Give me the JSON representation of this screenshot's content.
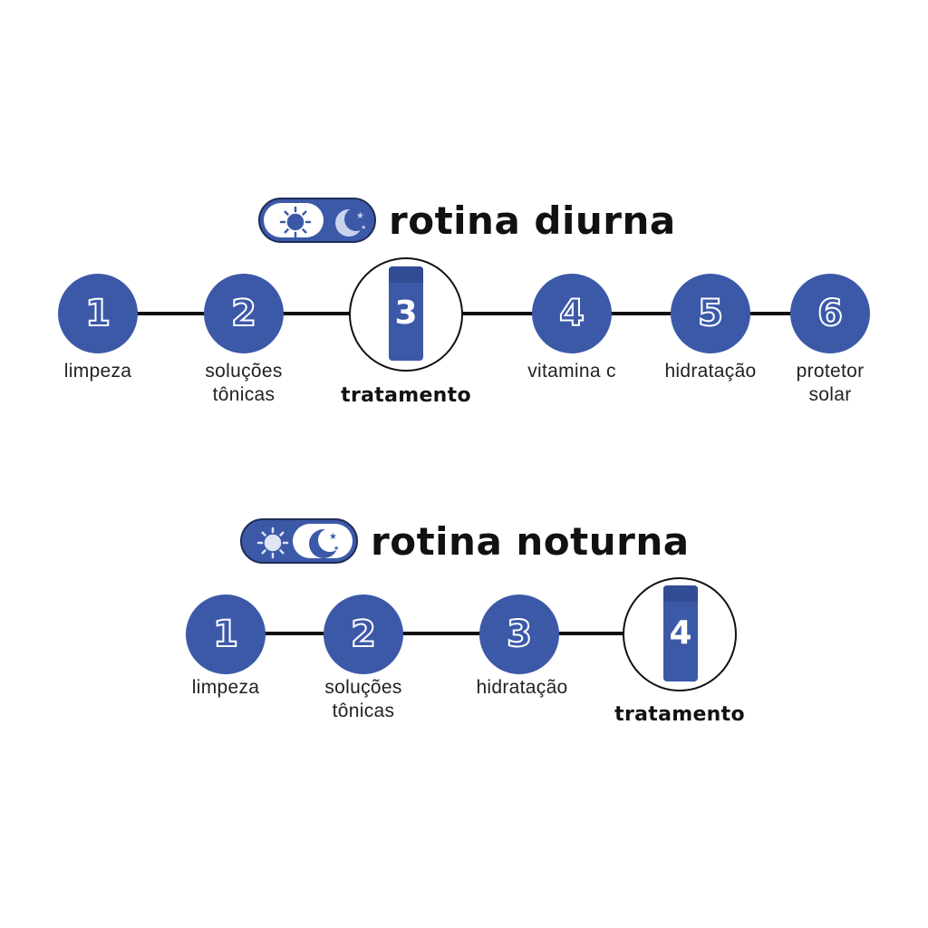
{
  "colors": {
    "accent": "#3c59a8",
    "line": "#111111"
  },
  "diurna": {
    "title": "rotina diurna",
    "toggle": {
      "active": "sun",
      "left_icon": "sun-icon",
      "right_icon": "moon-icon"
    },
    "steps": [
      {
        "number": "1",
        "label1": "limpeza",
        "label2": ""
      },
      {
        "number": "2",
        "label1": "soluções",
        "label2": "tônicas"
      },
      {
        "number": "3",
        "label1": "tratamento",
        "label2": "",
        "highlight": true
      },
      {
        "number": "4",
        "label1": "vitamina c",
        "label2": ""
      },
      {
        "number": "5",
        "label1": "hidratação",
        "label2": ""
      },
      {
        "number": "6",
        "label1": "protetor",
        "label2": "solar"
      }
    ]
  },
  "noturna": {
    "title": "rotina noturna",
    "toggle": {
      "active": "moon",
      "left_icon": "sun-icon",
      "right_icon": "moon-icon"
    },
    "steps": [
      {
        "number": "1",
        "label1": "limpeza",
        "label2": ""
      },
      {
        "number": "2",
        "label1": "soluções",
        "label2": "tônicas"
      },
      {
        "number": "3",
        "label1": "hidratação",
        "label2": ""
      },
      {
        "number": "4",
        "label1": "tratamento",
        "label2": "",
        "highlight": true
      }
    ]
  }
}
